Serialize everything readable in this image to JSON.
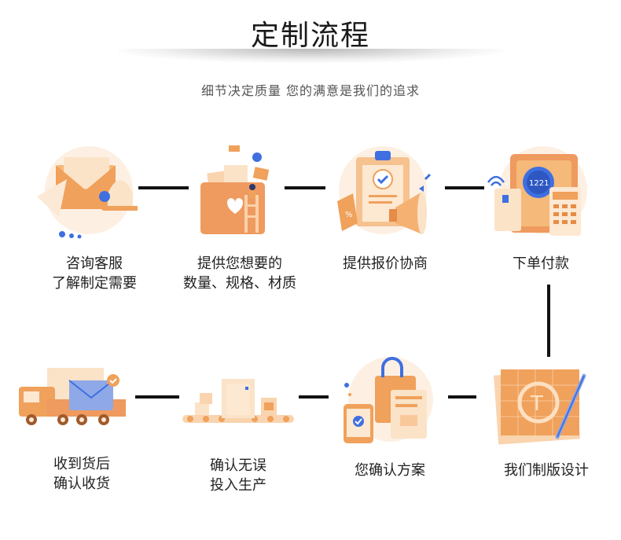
{
  "title": "定制流程",
  "subtitle": "细节决定质量 您的满意是我们的追求",
  "steps": [
    {
      "icon": "envelope-bell-icon",
      "line1": "咨询客服",
      "line2": "了解制定需要"
    },
    {
      "icon": "folder-media-icon",
      "line1": "提供您想要的",
      "line2": "数量、规格、材质"
    },
    {
      "icon": "clipboard-megaphone-icon",
      "line1": "提供报价协商",
      "line2": ""
    },
    {
      "icon": "payment-terminal-icon",
      "line1": "下单付款",
      "line2": ""
    },
    {
      "icon": "design-ruler-pen-icon",
      "line1": "我们制版设计",
      "line2": ""
    },
    {
      "icon": "shopping-bag-tablet-icon",
      "line1": "您确认方案",
      "line2": ""
    },
    {
      "icon": "production-conveyor-icon",
      "line1": "确认无误",
      "line2": "投入生产"
    },
    {
      "icon": "delivery-truck-icon",
      "line1": "收到货后",
      "line2": "确认收货"
    }
  ],
  "icon_card_text": "1221",
  "colors": {
    "orange": "#f0a15b",
    "peach": "#f9d4ae",
    "blue": "#3f6fe0",
    "light_bg": "#fdf0e3"
  }
}
